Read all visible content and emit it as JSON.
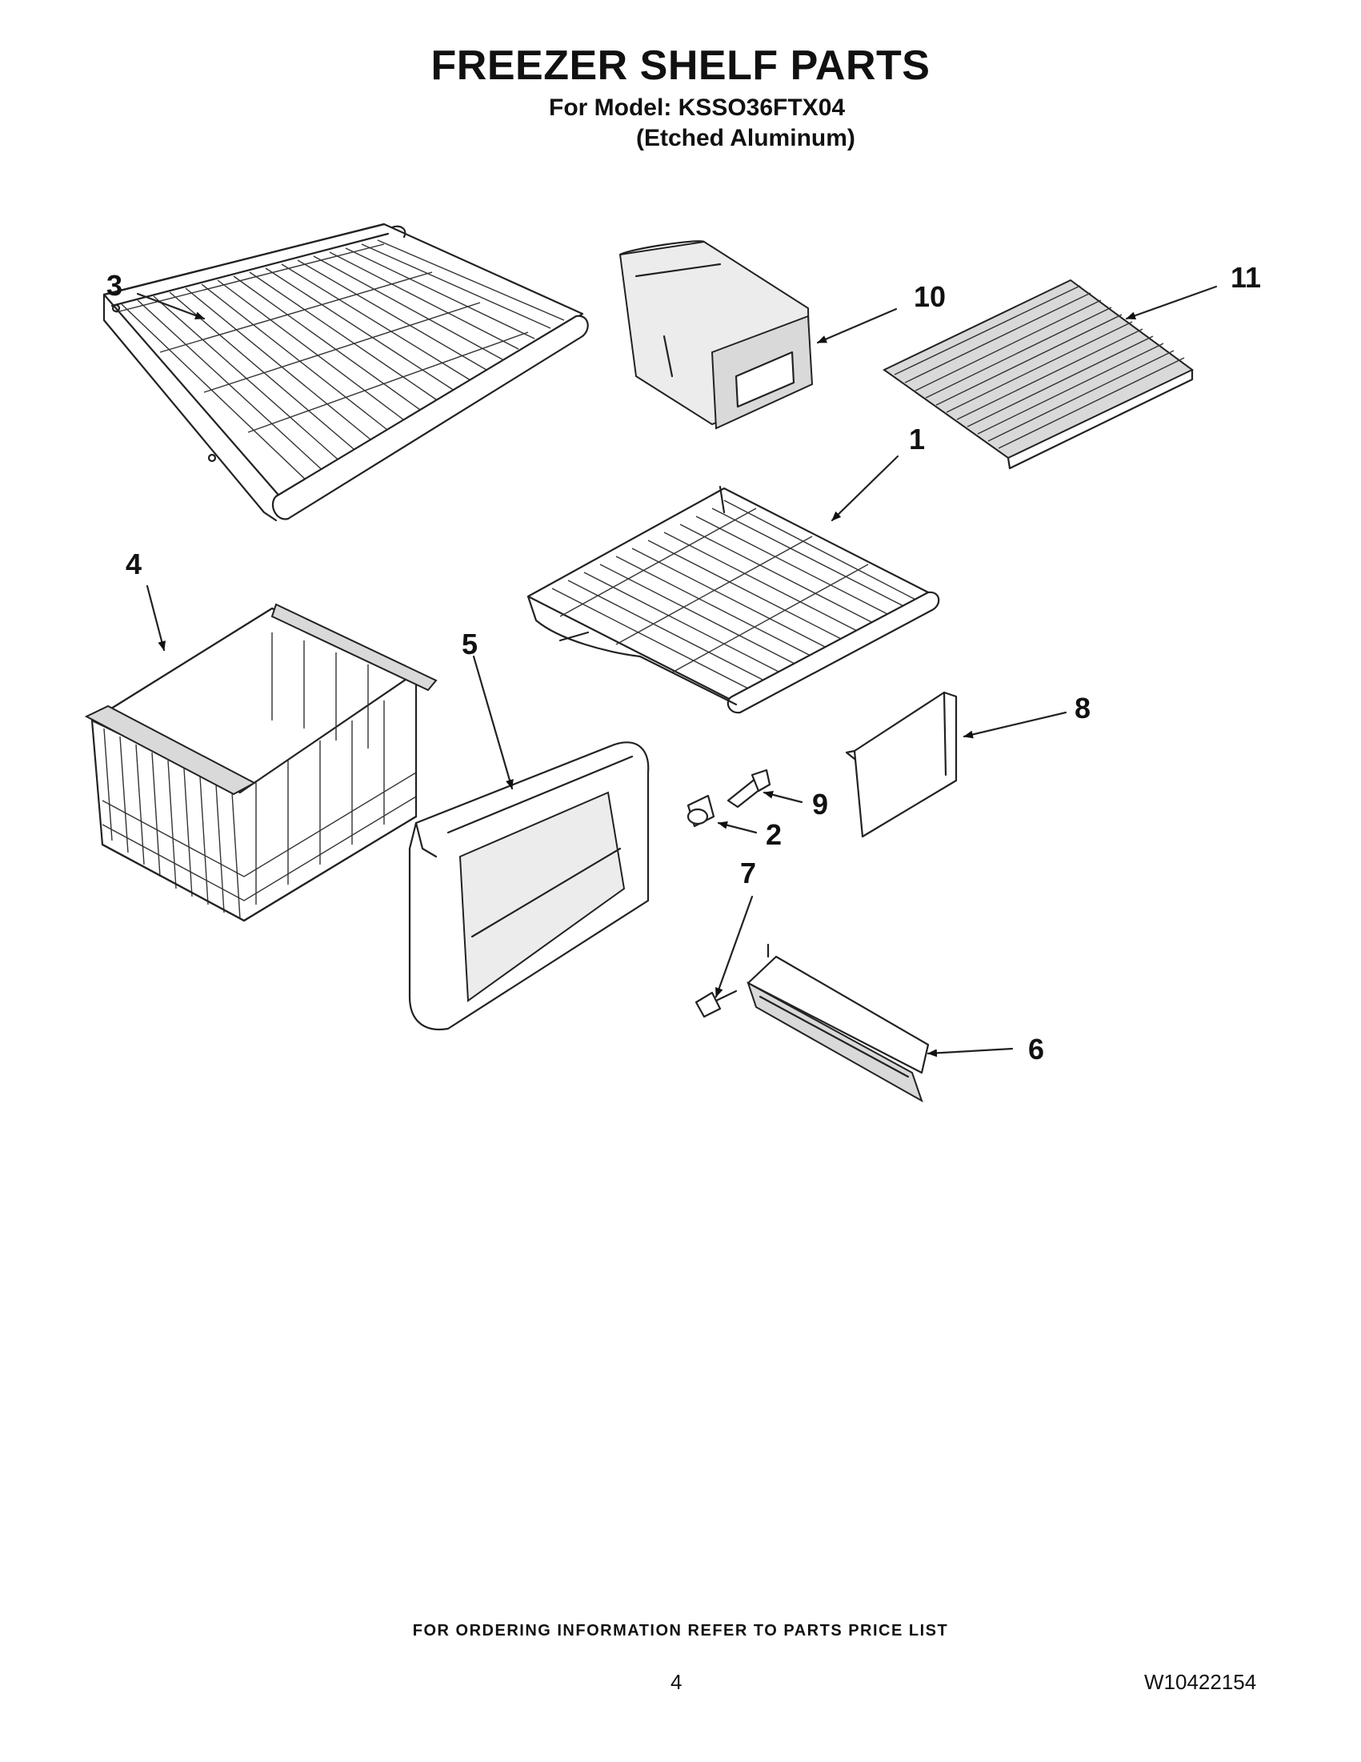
{
  "header": {
    "title": "FREEZER SHELF PARTS",
    "model_line": "For Model: KSSO36FTX04",
    "finish_line": "(Etched Aluminum)"
  },
  "callouts": {
    "c1": "1",
    "c2": "2",
    "c3": "3",
    "c4": "4",
    "c5": "5",
    "c6": "6",
    "c7": "7",
    "c8": "8",
    "c9": "9",
    "c10": "10",
    "c11": "11"
  },
  "footer": {
    "ordering_note": "FOR ORDERING INFORMATION REFER TO PARTS PRICE LIST",
    "page_number": "4",
    "doc_number": "W10422154"
  }
}
